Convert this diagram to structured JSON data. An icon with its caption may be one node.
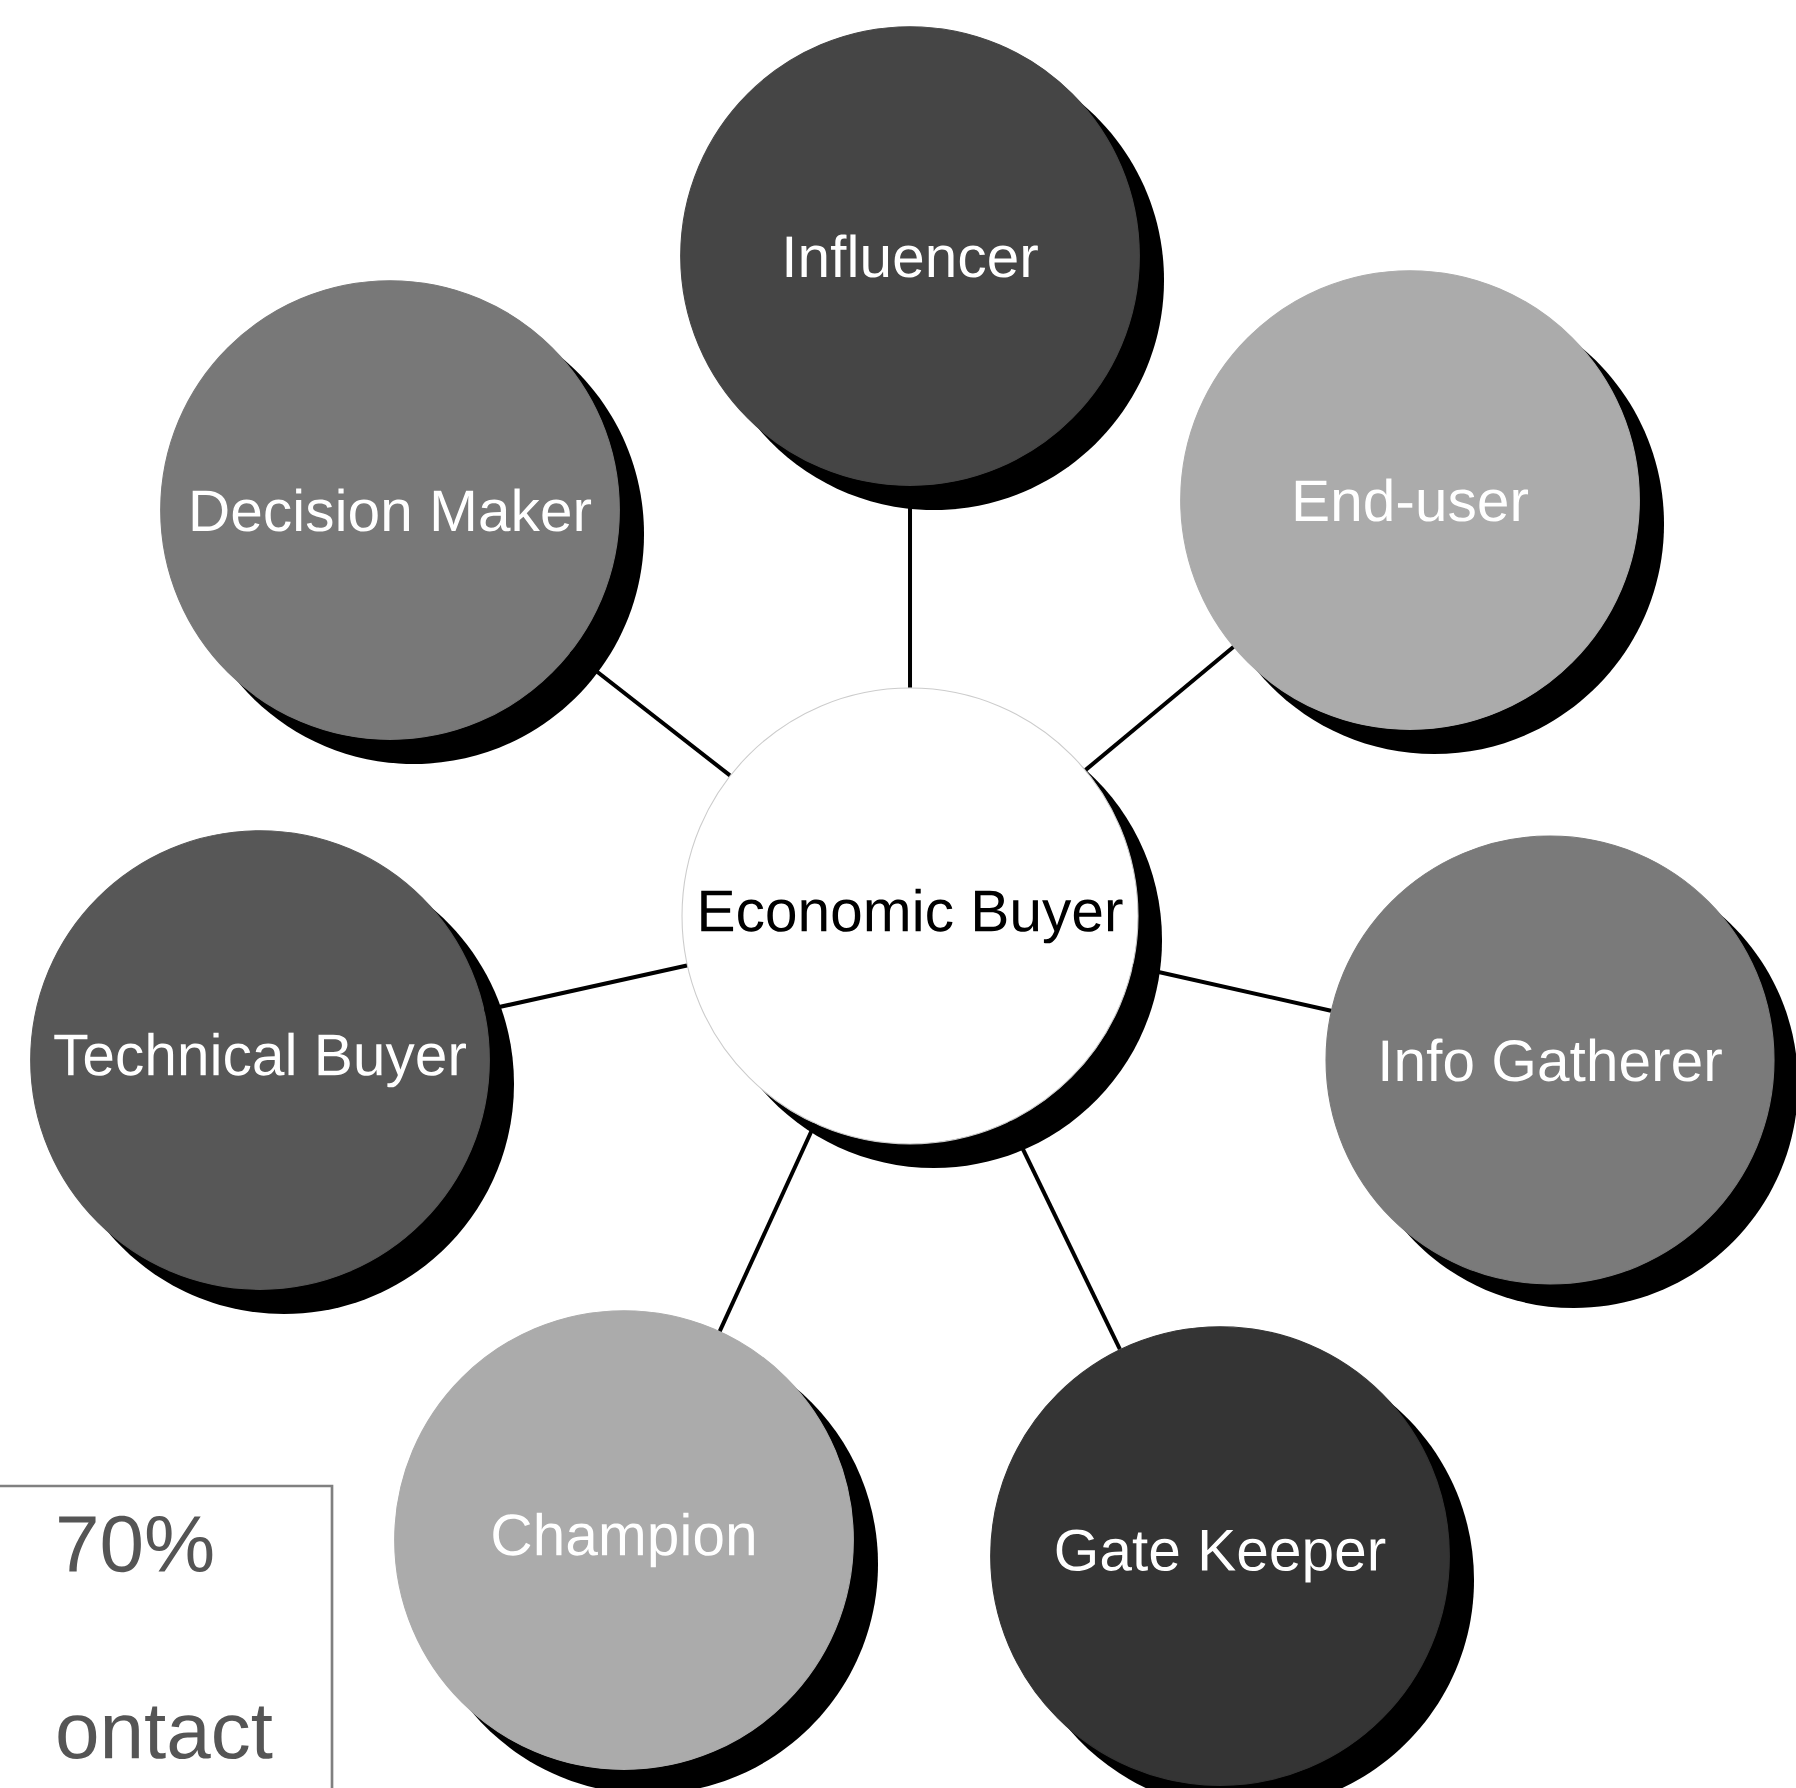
{
  "diagram": {
    "nodes": [
      {
        "text": [
          "Economic Buyer"
        ]
      },
      {
        "text": [
          "Influencer"
        ]
      },
      {
        "text": [
          "End-user"
        ]
      },
      {
        "text": [
          "Info Gatherer"
        ]
      },
      {
        "text": [
          "Gate Keeper"
        ]
      },
      {
        "text": [
          "Champion"
        ]
      },
      {
        "text": [
          "Technical Buyer"
        ]
      },
      {
        "text": [
          "Decision Maker"
        ]
      },
      {
        "text": [
          "70%",
          "ontact"
        ]
      }
    ],
    "edges": [
      {
        "from": 0,
        "to": 1,
        "arrow": "none"
      },
      {
        "from": 0,
        "to": 2,
        "arrow": "none"
      },
      {
        "from": 0,
        "to": 3,
        "arrow": "none"
      },
      {
        "from": 0,
        "to": 4,
        "arrow": "none"
      },
      {
        "from": 0,
        "to": 5,
        "arrow": "none"
      },
      {
        "from": 0,
        "to": 6,
        "arrow": "none"
      },
      {
        "from": 0,
        "to": 7,
        "arrow": "none"
      }
    ]
  }
}
